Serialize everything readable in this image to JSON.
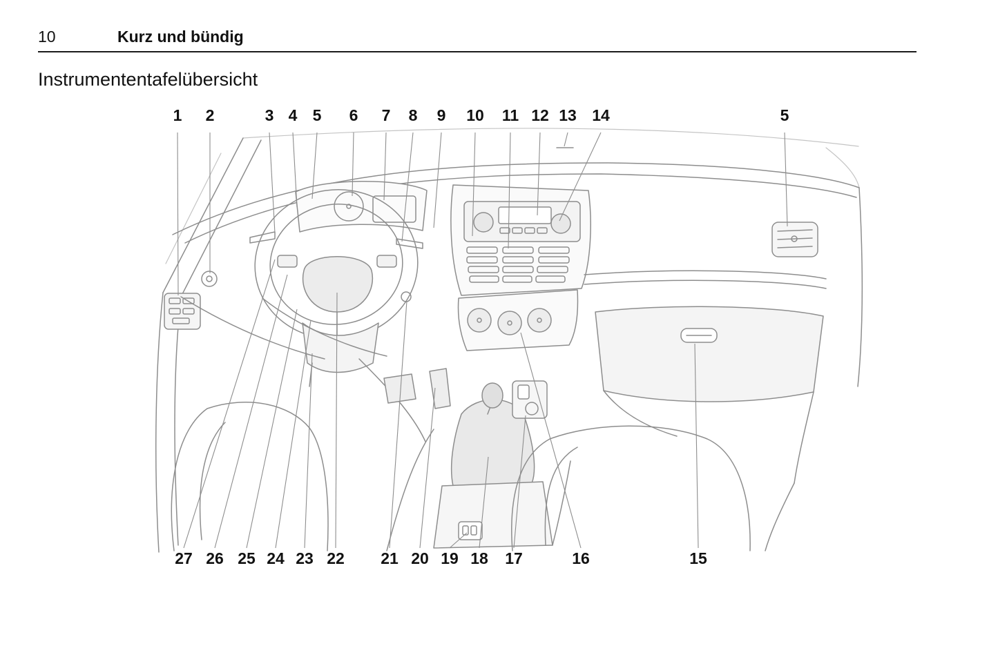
{
  "page": {
    "number": "10",
    "chapter": "Kurz und bündig",
    "section_title": "Instrumententafelübersicht"
  },
  "figure": {
    "name": "instrument-panel-overview-drawing",
    "top_callouts": [
      "1",
      "2",
      "3",
      "4",
      "5",
      "6",
      "7",
      "8",
      "9",
      "10",
      "11",
      "12",
      "13",
      "14",
      "5"
    ],
    "bottom_callouts": [
      "27",
      "26",
      "25",
      "24",
      "23",
      "22",
      "21",
      "20",
      "19",
      "18",
      "17",
      "16",
      "15"
    ]
  }
}
